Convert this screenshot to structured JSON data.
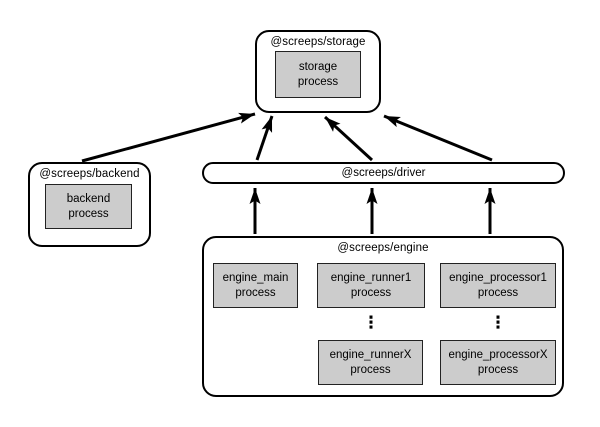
{
  "diagram": {
    "background": "#ffffff",
    "process_fill": "#cccccc",
    "line_color": "#000000",
    "ellipsis": "⋮",
    "nodes": {
      "storage": {
        "label": "@screeps/storage",
        "process": "storage\nprocess"
      },
      "backend": {
        "label": "@screeps/backend",
        "process": "backend\nprocess"
      },
      "driver": {
        "label": "@screeps/driver"
      },
      "engine": {
        "label": "@screeps/engine",
        "processes": {
          "main": "engine_main\nprocess",
          "runner1": "engine_runner1\nprocess",
          "processor1": "engine_processor1\nprocess",
          "runnerX": "engine_runnerX\nprocess",
          "processorX": "engine_processorX\nprocess"
        }
      }
    },
    "edges": [
      {
        "from": "@screeps/backend",
        "to": "@screeps/storage"
      },
      {
        "from": "@screeps/driver (left)",
        "to": "@screeps/storage"
      },
      {
        "from": "@screeps/driver (middle)",
        "to": "@screeps/storage"
      },
      {
        "from": "@screeps/driver (right)",
        "to": "@screeps/storage"
      },
      {
        "from": "@screeps/engine engine_main",
        "to": "@screeps/driver"
      },
      {
        "from": "@screeps/engine engine_runner",
        "to": "@screeps/driver"
      },
      {
        "from": "@screeps/engine engine_processor",
        "to": "@screeps/driver"
      }
    ]
  }
}
